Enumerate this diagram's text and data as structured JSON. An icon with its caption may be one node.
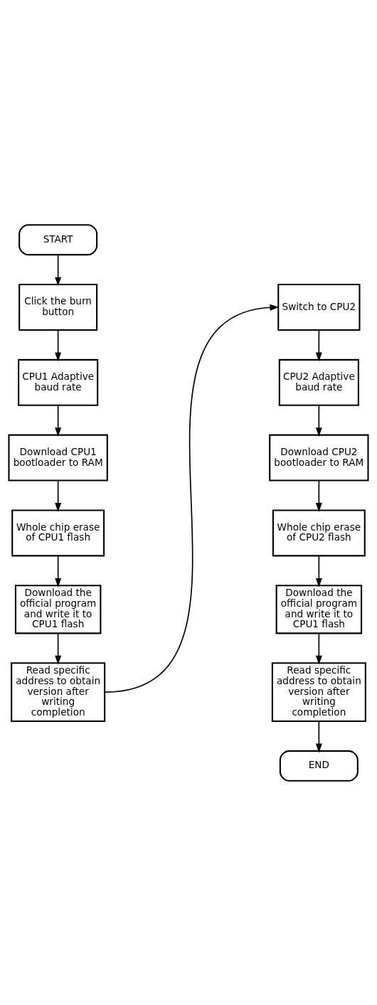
{
  "diagram": {
    "nodes": [
      {
        "text": [
          "START"
        ]
      },
      {
        "text": [
          "Click the burn button"
        ]
      },
      {
        "text": [
          "CPU1 Adaptive baud rate"
        ]
      },
      {
        "text": [
          "Download CPU1 bootloader to RAM"
        ]
      },
      {
        "text": [
          "Whole chip erase of CPU1 flash"
        ]
      },
      {
        "text": [
          "Download the official program and write it to CPU1 flash"
        ]
      },
      {
        "text": [
          "Read specific address to obtain version after writing completion"
        ]
      },
      {
        "text": [
          "Switch to CPU2"
        ]
      },
      {
        "text": [
          "CPU2 Adaptive baud rate"
        ]
      },
      {
        "text": [
          "Download CPU2 bootloader to RAM"
        ]
      },
      {
        "text": [
          "Whole chip erase of CPU2 flash"
        ]
      },
      {
        "text": [
          "Download the official program and write it to CPU1 flash"
        ]
      },
      {
        "text": [
          "Read specific address to obtain version after writing completion"
        ]
      },
      {
        "text": [
          "END"
        ]
      }
    ],
    "edges": [
      {
        "from": 0,
        "to": 1,
        "arrow": "to"
      },
      {
        "from": 1,
        "to": 2,
        "arrow": "to"
      },
      {
        "from": 2,
        "to": 3,
        "arrow": "to"
      },
      {
        "from": 3,
        "to": 4,
        "arrow": "to"
      },
      {
        "from": 4,
        "to": 5,
        "arrow": "to"
      },
      {
        "from": 5,
        "to": 6,
        "arrow": "to"
      },
      {
        "from": 6,
        "to": 7,
        "arrow": "to"
      },
      {
        "from": 7,
        "to": 8,
        "arrow": "to"
      },
      {
        "from": 8,
        "to": 9,
        "arrow": "to"
      },
      {
        "from": 9,
        "to": 10,
        "arrow": "to"
      },
      {
        "from": 10,
        "to": 11,
        "arrow": "to"
      },
      {
        "from": 11,
        "to": 12,
        "arrow": "to"
      },
      {
        "from": 12,
        "to": 13,
        "arrow": "to"
      }
    ]
  }
}
